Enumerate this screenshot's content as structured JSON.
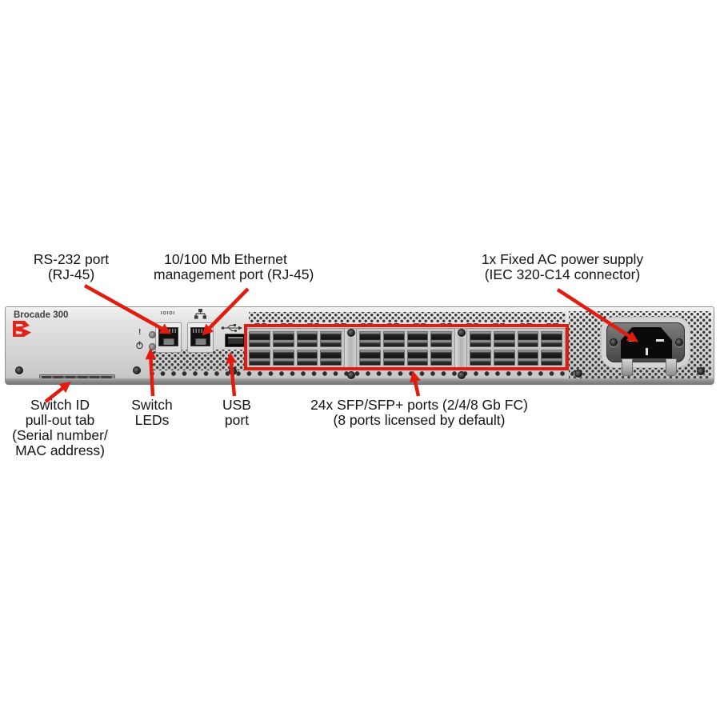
{
  "diagram": {
    "annotation_color": "#e21b0f",
    "logo_color": "#e2231a",
    "device": {
      "brand_label": "Brocade 300",
      "serial_port_label": "IOIOI",
      "alert_led_symbol": "!"
    },
    "callouts": {
      "rs232": {
        "lines": [
          "RS-232 port",
          "(RJ-45)"
        ]
      },
      "ethernet": {
        "lines": [
          "10/100 Mb Ethernet",
          "management port (RJ-45)"
        ]
      },
      "power": {
        "lines": [
          "1x Fixed AC power supply",
          "(IEC 320-C14 connector)"
        ]
      },
      "switch_id": {
        "lines": [
          "Switch ID",
          "pull-out tab",
          "(Serial number/",
          "MAC address)"
        ]
      },
      "switch_leds": {
        "lines": [
          "Switch",
          "LEDs"
        ]
      },
      "usb": {
        "lines": [
          "USB",
          "port"
        ]
      },
      "sfp": {
        "lines": [
          "24x SFP/SFP+ ports (2/4/8 Gb FC)",
          "(8 ports licensed by default)"
        ]
      }
    },
    "sfp_ports": {
      "groups": 3,
      "rows": 2,
      "cols_per_group": 4,
      "status_led_pairs": 12
    }
  }
}
